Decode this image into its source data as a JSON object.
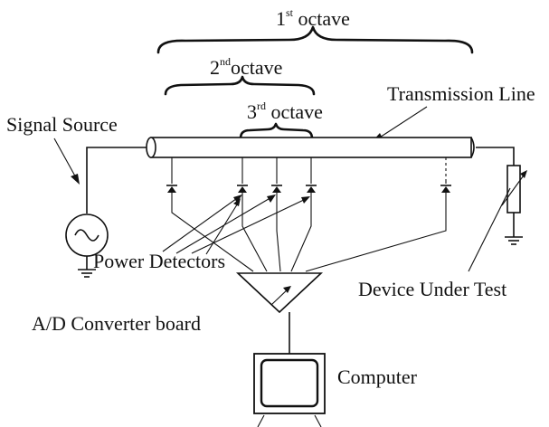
{
  "labels": {
    "octave1": {
      "num": "1",
      "sup": "st",
      "word": " octave"
    },
    "octave2": {
      "num": "2",
      "sup": "nd",
      "word": "octave"
    },
    "octave3": {
      "num": "3",
      "sup": "rd",
      "word": " octave"
    },
    "transmission_line": "Transmission Line",
    "signal_source": "Signal Source",
    "power_detectors": "Power Detectors",
    "device_under_test": "Device Under Test",
    "ad_converter": "A/D Converter board",
    "computer": "Computer"
  },
  "colors": {
    "ink": "#111111",
    "background": "#ffffff"
  },
  "icons": [
    "ac-source-icon",
    "ground-icon",
    "diode-icon",
    "resistor-icon",
    "monitor-icon",
    "triangle-amplifier-icon"
  ]
}
